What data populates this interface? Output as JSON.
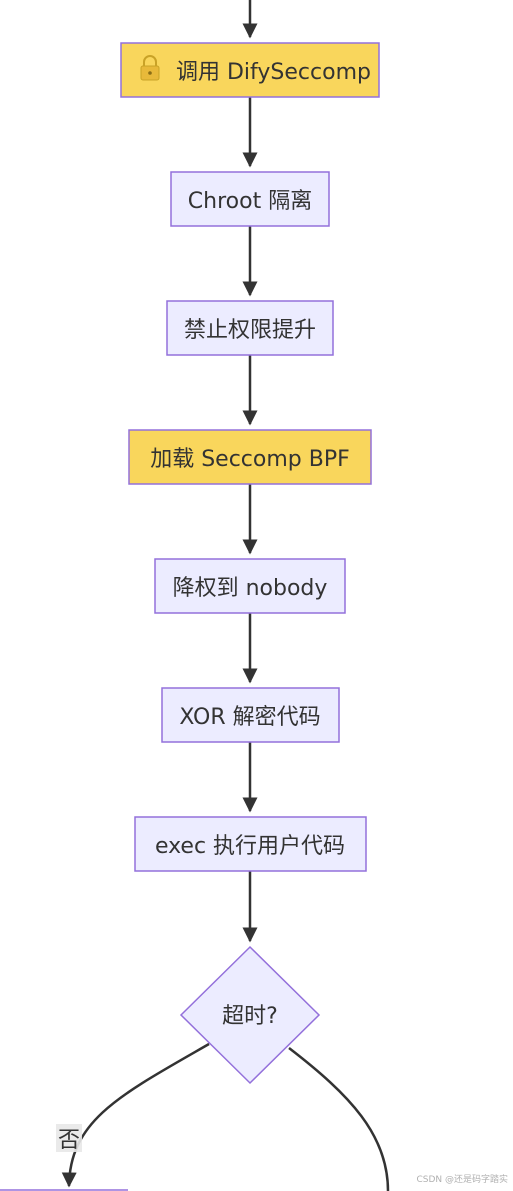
{
  "nodes": [
    {
      "id": "call_seccomp",
      "label": "调用 DifySeccomp",
      "icon": "lock-icon",
      "shape": "rect",
      "fill": "#f9d65c",
      "stroke": "#9370db"
    },
    {
      "id": "chroot",
      "label": "Chroot 隔离",
      "shape": "rect",
      "fill": "#ececff",
      "stroke": "#9370db"
    },
    {
      "id": "no_priv",
      "label": "禁止权限提升",
      "shape": "rect",
      "fill": "#ececff",
      "stroke": "#9370db"
    },
    {
      "id": "load_bpf",
      "label": "加载 Seccomp BPF",
      "shape": "rect",
      "fill": "#f9d65c",
      "stroke": "#9370db"
    },
    {
      "id": "drop_nobody",
      "label": "降权到 nobody",
      "shape": "rect",
      "fill": "#ececff",
      "stroke": "#9370db"
    },
    {
      "id": "xor_decrypt",
      "label": "XOR 解密代码",
      "shape": "rect",
      "fill": "#ececff",
      "stroke": "#9370db"
    },
    {
      "id": "exec_user",
      "label": "exec 执行用户代码",
      "shape": "rect",
      "fill": "#ececff",
      "stroke": "#9370db"
    },
    {
      "id": "timeout",
      "label": "超时?",
      "shape": "diamond",
      "fill": "#ececff",
      "stroke": "#9370db"
    }
  ],
  "edges": [
    {
      "from": "top",
      "to": "call_seccomp"
    },
    {
      "from": "call_seccomp",
      "to": "chroot"
    },
    {
      "from": "chroot",
      "to": "no_priv"
    },
    {
      "from": "no_priv",
      "to": "load_bpf"
    },
    {
      "from": "load_bpf",
      "to": "drop_nobody"
    },
    {
      "from": "drop_nobody",
      "to": "xor_decrypt"
    },
    {
      "from": "xor_decrypt",
      "to": "exec_user"
    },
    {
      "from": "exec_user",
      "to": "timeout"
    },
    {
      "from": "timeout",
      "to": "no_branch",
      "label": "否"
    },
    {
      "from": "timeout",
      "to": "other_branch"
    }
  ],
  "edge_labels": {
    "no": "否"
  },
  "watermark": "CSDN @还是码字踏实",
  "colors": {
    "edge": "#333333",
    "node_fill": "#ececff",
    "highlight_fill": "#f9d65c",
    "node_stroke": "#9370db",
    "label_bg": "#e8e8e8"
  }
}
